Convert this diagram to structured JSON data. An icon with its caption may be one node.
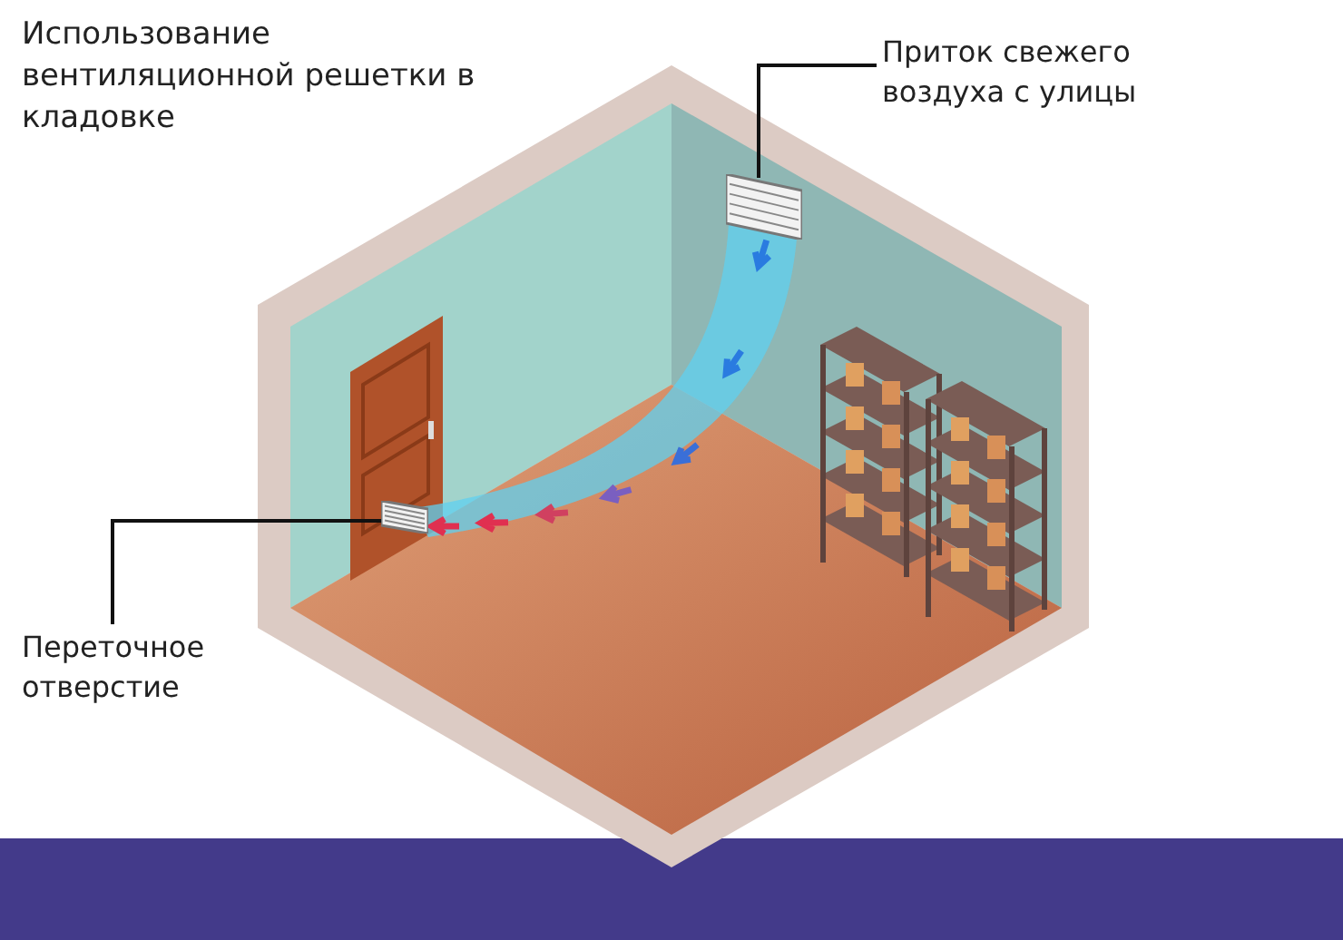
{
  "diagram": {
    "title": "Использование вентиляционной решетки в кладовке",
    "nodes": [
      {
        "text": [
          "Приток свежего воздуха с улицы"
        ]
      },
      {
        "text": [],
        "shape": "picture"
      },
      {
        "text": [
          "Переточное отверстие"
        ]
      },
      {
        "text": [],
        "shape": "picture"
      }
    ],
    "edges": [
      {
        "from": 0,
        "to": 1,
        "arrow": "none"
      },
      {
        "from": 2,
        "to": 3,
        "arrow": "none"
      }
    ]
  }
}
